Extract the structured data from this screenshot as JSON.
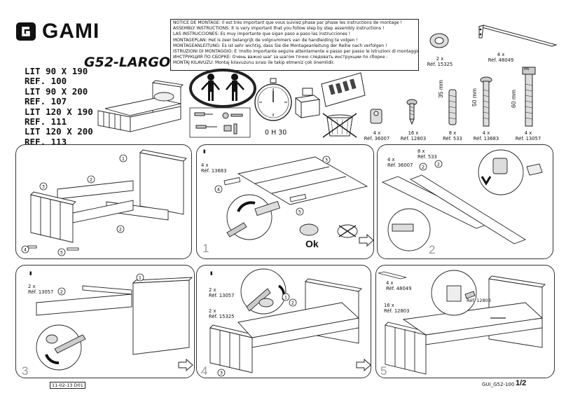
{
  "brand": {
    "name": "GAMI"
  },
  "model": "G52-LARGO",
  "refs": [
    "LIT 90 X 190",
    "REF. 100",
    "LIT 90 X 200",
    "REF. 107",
    "LIT 120 X 190",
    "REF. 111",
    "LIT 120 X 200",
    "REF. 113"
  ],
  "notice": [
    "NOTICE DE MONTAGE: Il est très important que vous suiviez phase par phase les instructions de montage !",
    "ASSEMBLY INSTRUCTIONS: It is very important that you follow step by step assembly instructions !",
    "LAS INSTRUCCIONES: Es muy importante que sigan paso a paso las instrucciones !",
    "MONTAGEPLAN: Het is zeer belangrijk de volgnummers van de handleiding te volgen !",
    "MONTAGEANLEITUNG: Es ist sehr wichtig, dass Sie die Montageanleitung der Reihe nach verfolgen !",
    "ISTRUZIONI DI MONTAGGIO: E 'molto importante seguire attentamente e passo per passo le istruzioni di montaggio!",
    "ИНСТРУКЦИЯ ПО СБОРКЕ: Очень важно шаг за шагом точно следовать инструкции по сборке :",
    "MONTAJ KILAVUZU: Montaj kılavuzunu sırası ile takip etmeniz çok önemlidir."
  ],
  "time": "0 H 30",
  "hardware": [
    {
      "qty": "2 x",
      "ref": "Réf. 15325"
    },
    {
      "qty": "4 x",
      "ref": "Réf. 48049"
    },
    {
      "qty": "4 x",
      "ref": "Réf. 36007"
    },
    {
      "qty": "16 x",
      "ref": "Réf. 12803"
    },
    {
      "qty": "8 x",
      "ref": "Réf. 533"
    },
    {
      "qty": "4 x",
      "ref": "Réf. 13683"
    },
    {
      "qty": "4 x",
      "ref": "Réf. 13057"
    }
  ],
  "lengths": [
    "35 mm",
    "50 mm",
    "60 mm"
  ],
  "bolt_mark": "M6",
  "steps": {
    "s1": {
      "num": "1",
      "parts": [
        "4 x",
        "Réf. 13683"
      ],
      "ok": "Ok"
    },
    "s2": {
      "num": "2",
      "parts": [
        "4 x",
        "Réf. 36007",
        "8 x",
        "Réf. 533"
      ]
    },
    "s3": {
      "num": "3",
      "parts": [
        "2 x",
        "Réf. 13057"
      ]
    },
    "s4": {
      "num": "4",
      "parts": [
        "2 x",
        "Réf. 13057",
        "2 x",
        "Réf. 15325"
      ]
    },
    "s5": {
      "num": "5",
      "parts": [
        "4 x",
        "Réf. 48049",
        "16 x",
        "Réf. 12803"
      ],
      "label": "Réf. 12803"
    }
  },
  "callouts": [
    "1",
    "2",
    "3",
    "4",
    "5"
  ],
  "footer": {
    "code": "11-02-13 D01",
    "ref": "GUI_G52-100",
    "page": "1/2"
  }
}
